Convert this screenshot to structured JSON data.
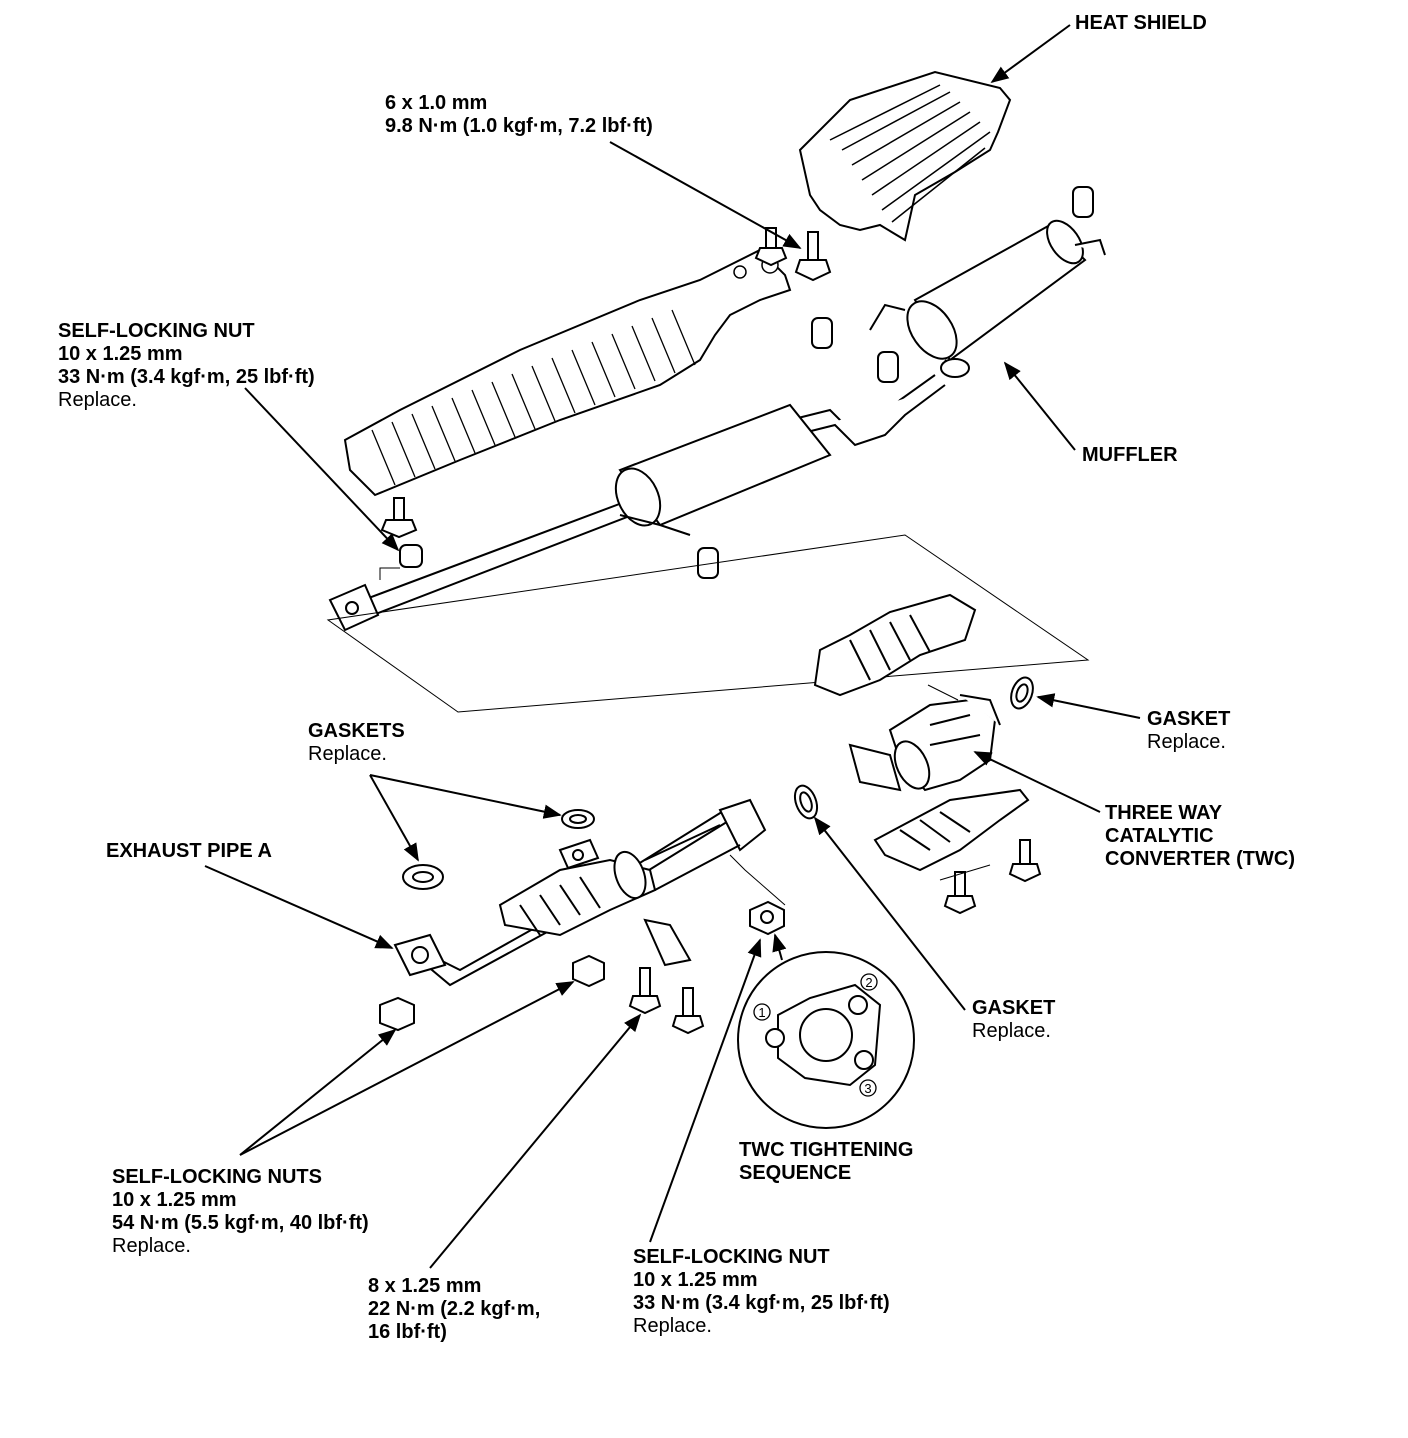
{
  "labels": {
    "heat_shield": "HEAT SHIELD",
    "top_bolt": {
      "size": "6 x 1.0 mm",
      "torque": "9.8 N·m (1.0 kgf·m, 7.2 lbf·ft)"
    },
    "self_locking_nut_upper": {
      "title": "SELF-LOCKING NUT",
      "size": "10 x 1.25 mm",
      "torque": "33 N·m (3.4 kgf·m, 25 lbf·ft)",
      "note": "Replace."
    },
    "muffler": "MUFFLER",
    "gasket_right": {
      "title": "GASKET",
      "note": "Replace."
    },
    "gaskets": {
      "title": "GASKETS",
      "note": "Replace."
    },
    "twc": {
      "line1": "THREE WAY",
      "line2": "CATALYTIC",
      "line3": "CONVERTER (TWC)"
    },
    "exhaust_pipe_a": "EXHAUST PIPE A",
    "gasket_center": {
      "title": "GASKET",
      "note": "Replace."
    },
    "twc_sequence": {
      "line1": "TWC TIGHTENING",
      "line2": "SEQUENCE",
      "step1": "1",
      "step2": "2",
      "step3": "3"
    },
    "self_locking_nuts_lower": {
      "title": "SELF-LOCKING NUTS",
      "size": "10 x 1.25 mm",
      "torque": "54 N·m (5.5 kgf·m, 40 lbf·ft)",
      "note": "Replace."
    },
    "bolt_lower": {
      "size": "8 x 1.25 mm",
      "torque_line1": "22 N·m (2.2 kgf·m,",
      "torque_line2": "16 lbf·ft)"
    },
    "self_locking_nut_lower": {
      "title": "SELF-LOCKING NUT",
      "size": "10 x 1.25 mm",
      "torque": "33 N·m (3.4 kgf·m, 25 lbf·ft)",
      "note": "Replace."
    }
  }
}
